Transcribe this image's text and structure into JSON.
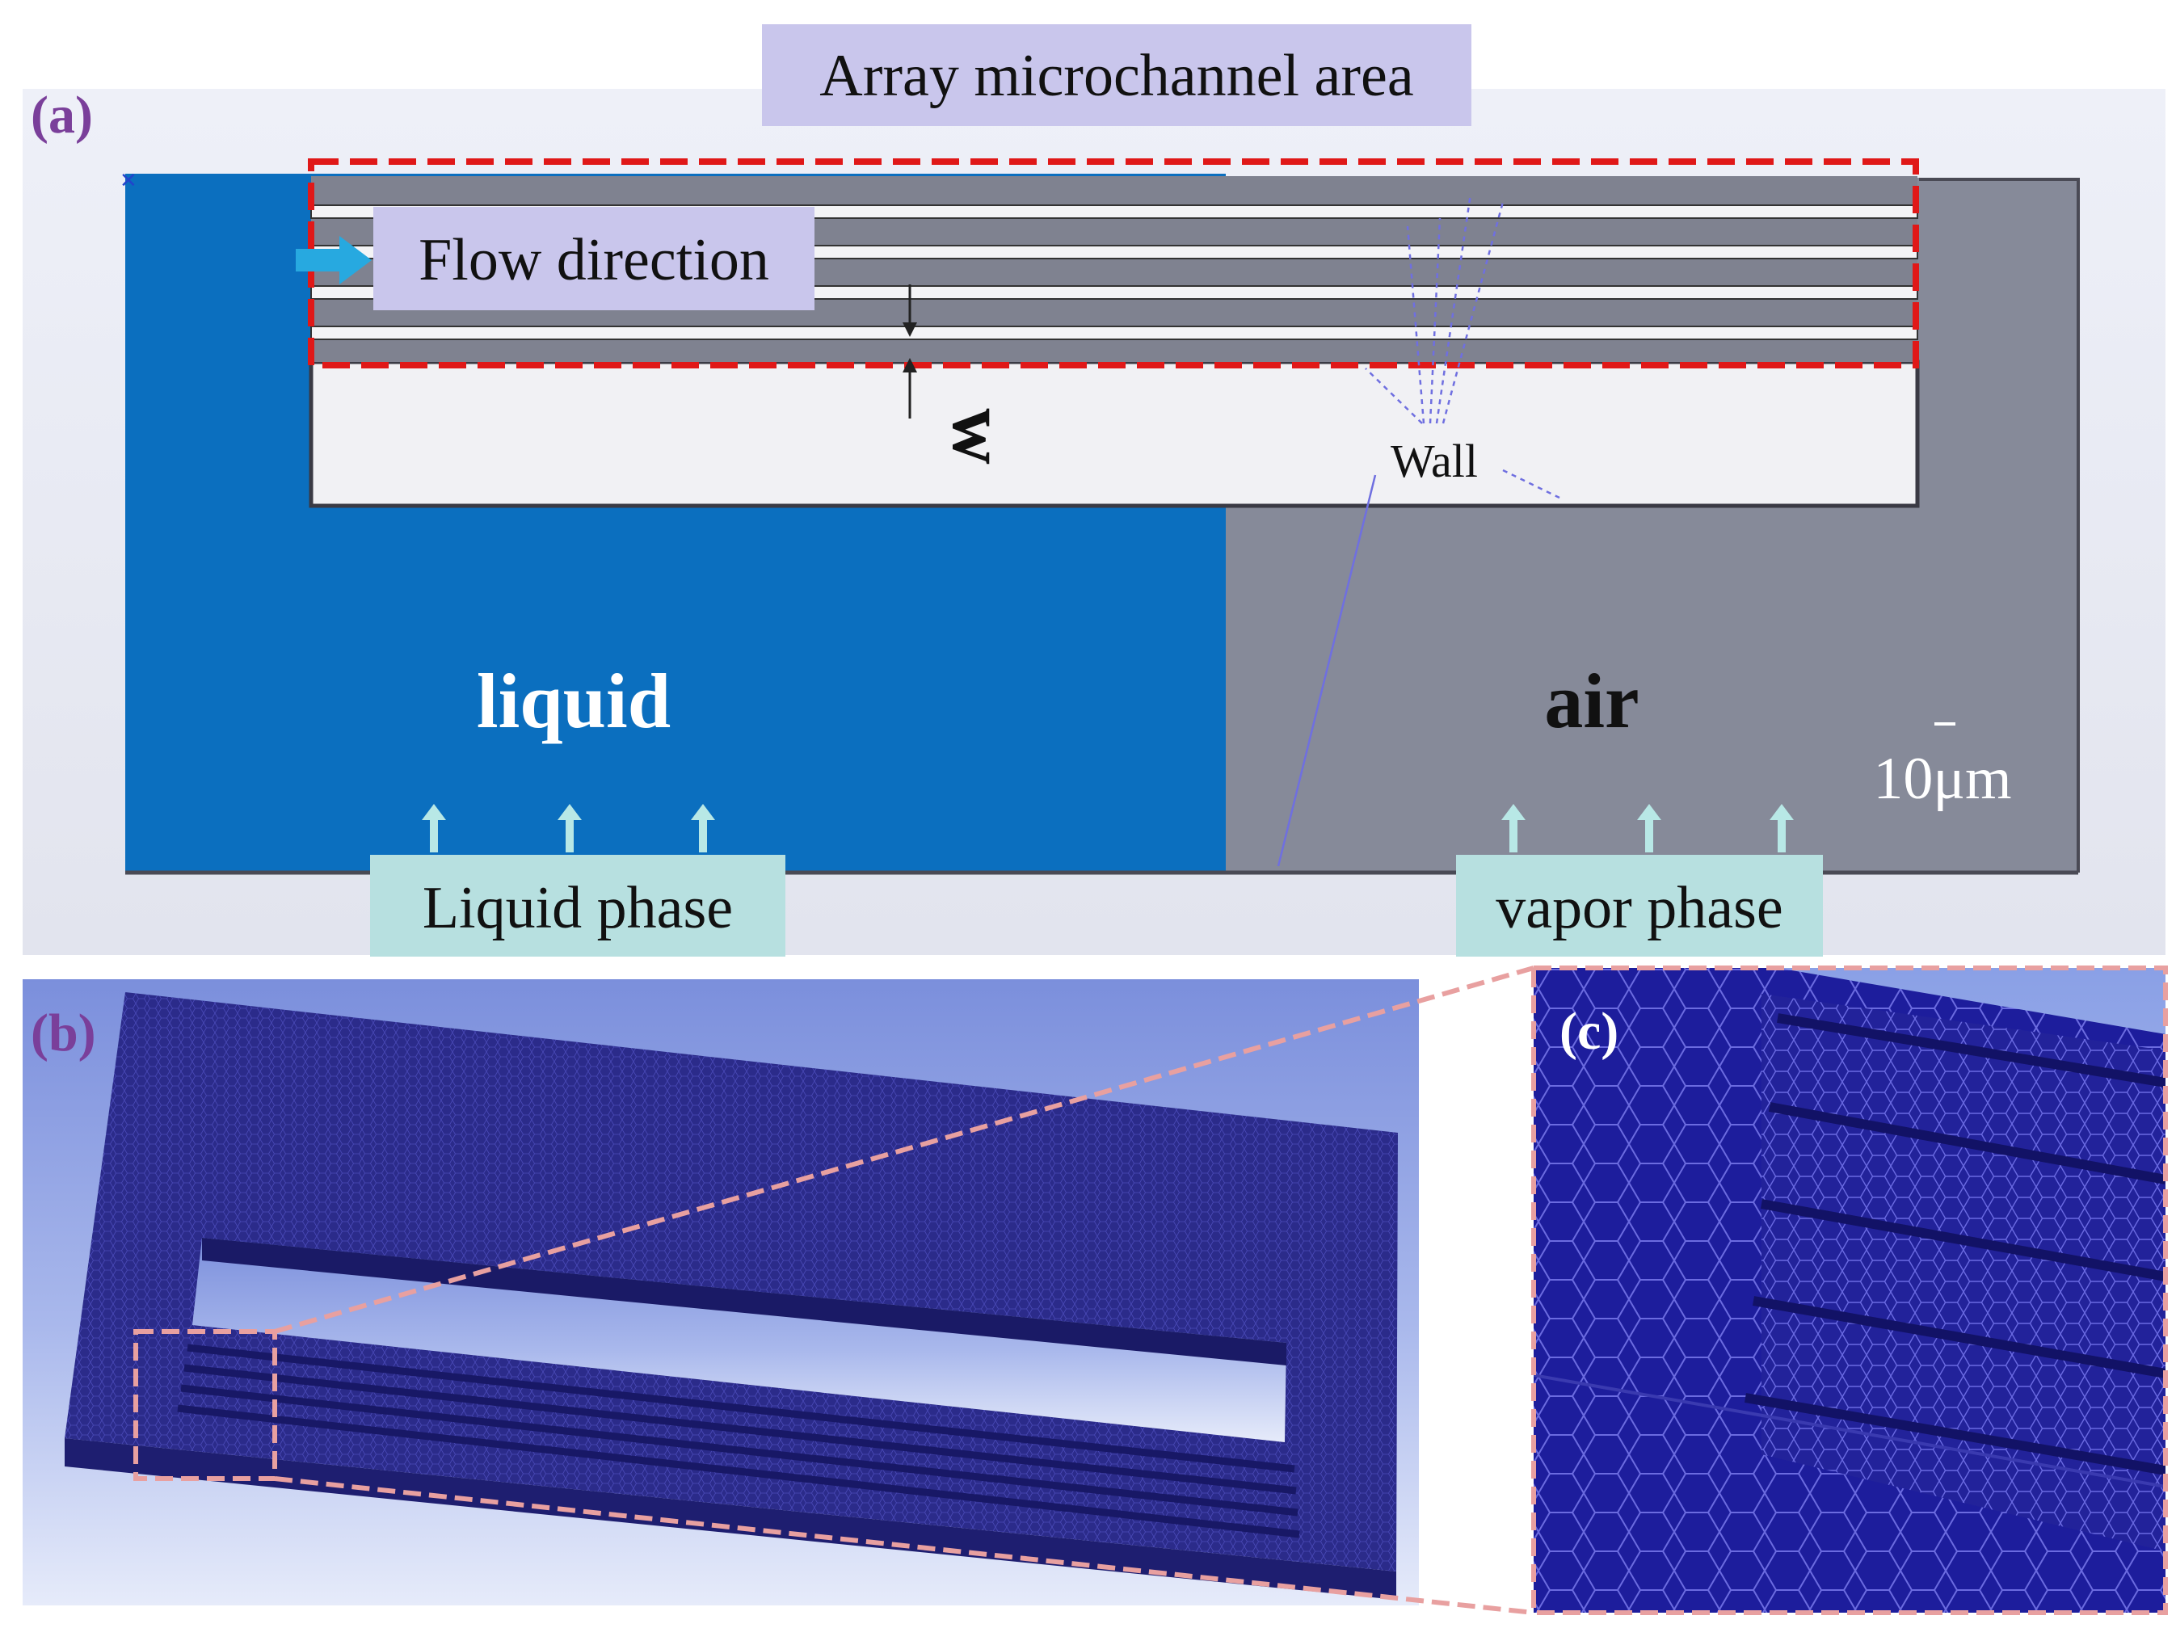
{
  "figure": {
    "panel_a": {
      "label": "(a)",
      "callout_top": "Array microchannel area",
      "flow_label": "Flow direction",
      "width_symbol": "w",
      "wall_label": "Wall",
      "liquid_label": "liquid",
      "air_label": "air",
      "scale_label": "10μm",
      "liquid_phase_label": "Liquid phase",
      "vapor_phase_label": "vapor phase"
    },
    "panel_b": {
      "label": "(b)"
    },
    "panel_c": {
      "label": "(c)"
    }
  },
  "colors": {
    "liquid": "#0b6fbf",
    "air": "#868a99",
    "channel_wall": "#7f8290",
    "channel_gap": "#f4f4f6",
    "dashed_highlight": "#e01818",
    "callout_bg": "#c9c6ec",
    "phase_box_bg": "#b7e0e0",
    "flow_arrow": "#27a9e0",
    "mesh_blue": "#2c2c8c",
    "zoom_dash": "#e8a0a0",
    "panel_label": "#7a3f9a"
  }
}
